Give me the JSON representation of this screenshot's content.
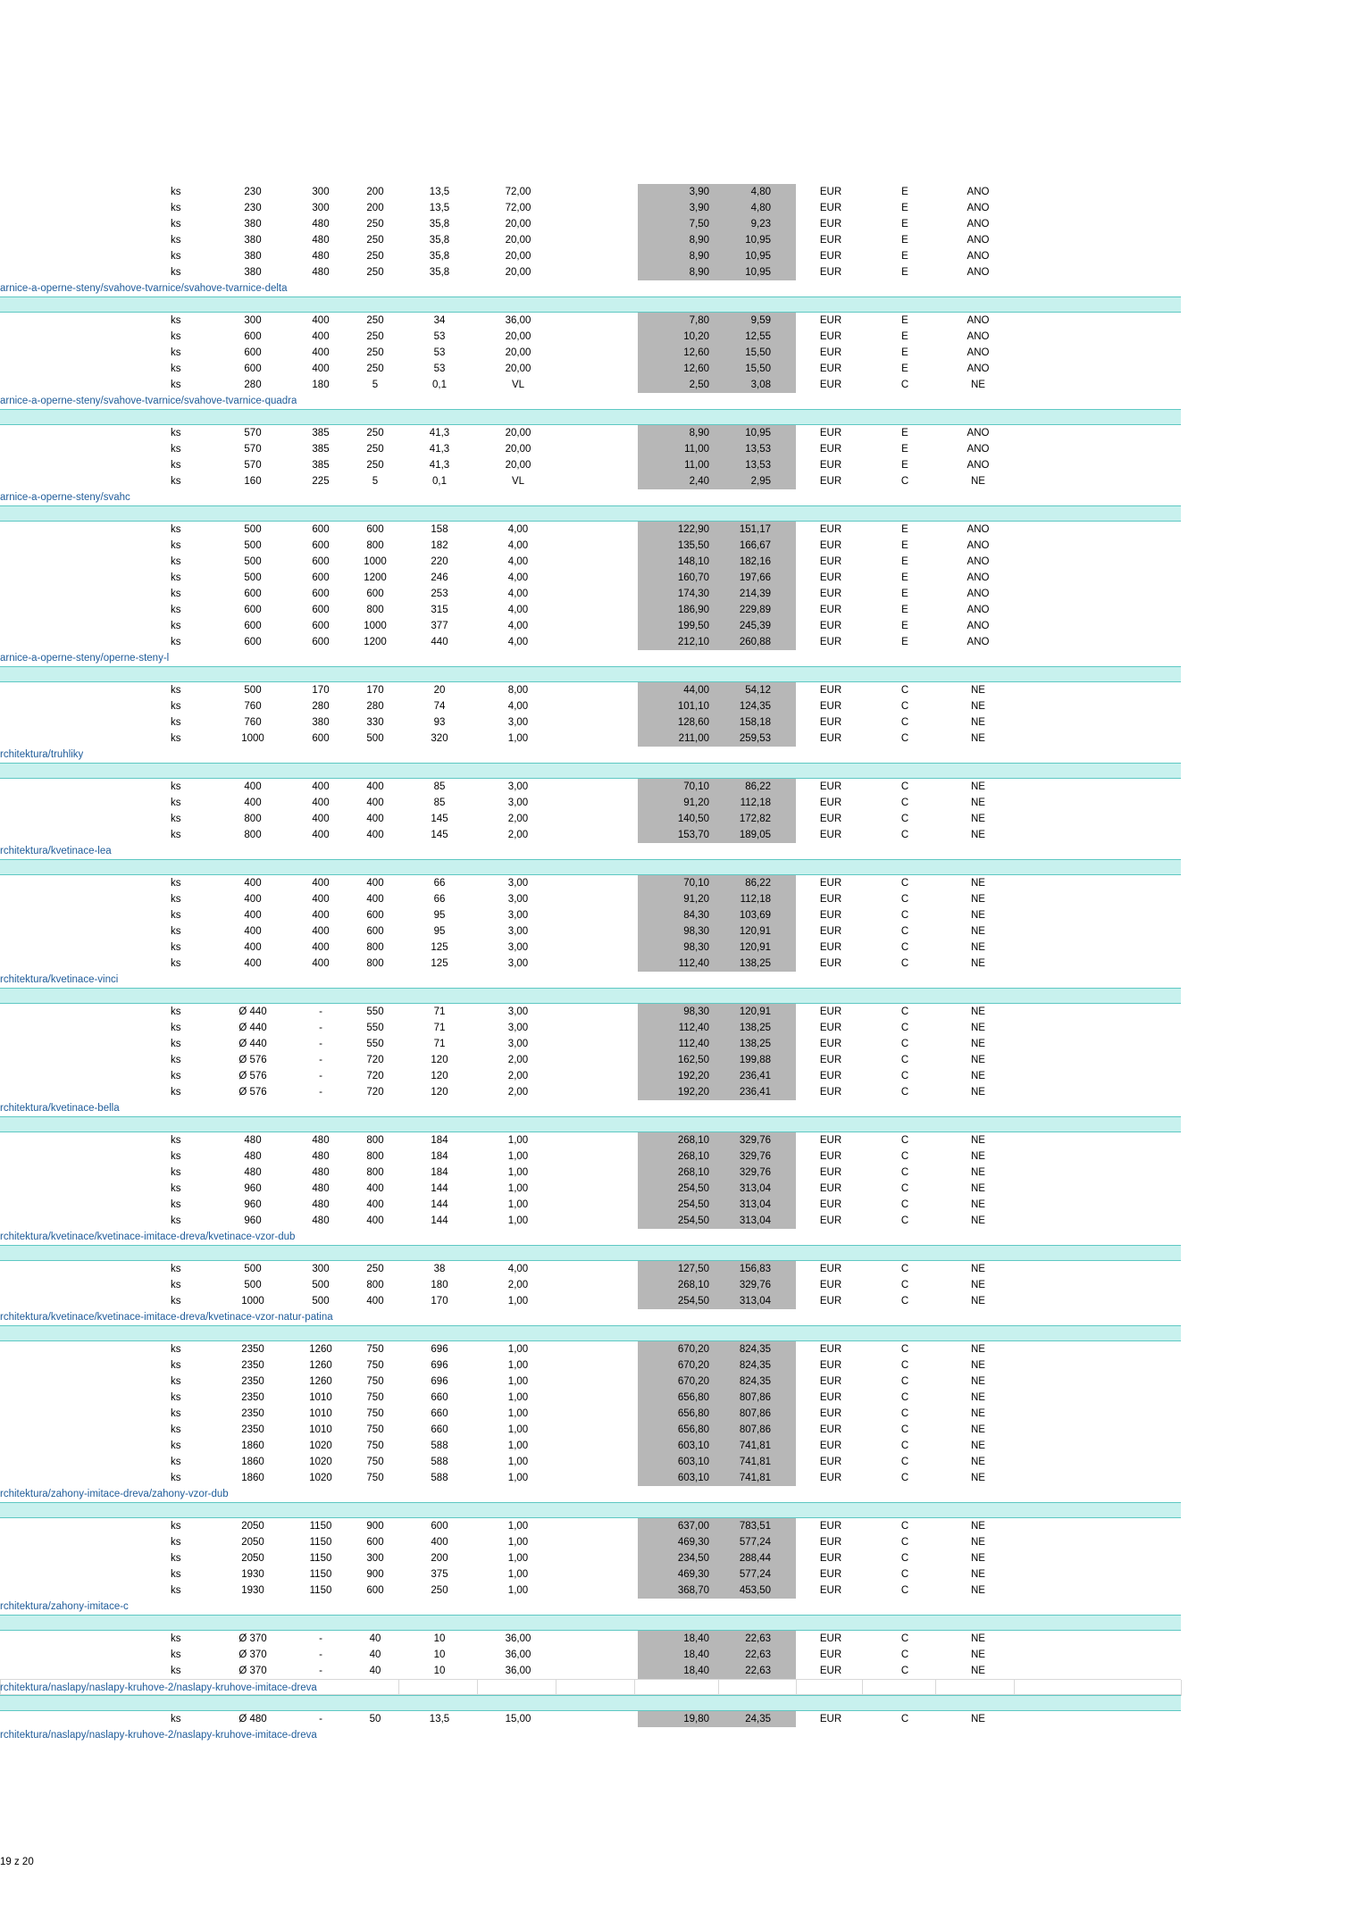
{
  "sections": [
    {
      "rows": [
        [
          "ks",
          "230",
          "300",
          "200",
          "13,5",
          "72,00",
          "3,90",
          "4,80",
          "EUR",
          "E",
          "ANO"
        ],
        [
          "ks",
          "230",
          "300",
          "200",
          "13,5",
          "72,00",
          "3,90",
          "4,80",
          "EUR",
          "E",
          "ANO"
        ],
        [
          "ks",
          "380",
          "480",
          "250",
          "35,8",
          "20,00",
          "7,50",
          "9,23",
          "EUR",
          "E",
          "ANO"
        ],
        [
          "ks",
          "380",
          "480",
          "250",
          "35,8",
          "20,00",
          "8,90",
          "10,95",
          "EUR",
          "E",
          "ANO"
        ],
        [
          "ks",
          "380",
          "480",
          "250",
          "35,8",
          "20,00",
          "8,90",
          "10,95",
          "EUR",
          "E",
          "ANO"
        ],
        [
          "ks",
          "380",
          "480",
          "250",
          "35,8",
          "20,00",
          "8,90",
          "10,95",
          "EUR",
          "E",
          "ANO"
        ]
      ],
      "link": "arnice-a-operne-steny/svahove-tvarnice/svahove-tvarnice-delta"
    },
    {
      "rows": [
        [
          "ks",
          "300",
          "400",
          "250",
          "34",
          "36,00",
          "7,80",
          "9,59",
          "EUR",
          "E",
          "ANO"
        ],
        [
          "ks",
          "600",
          "400",
          "250",
          "53",
          "20,00",
          "10,20",
          "12,55",
          "EUR",
          "E",
          "ANO"
        ],
        [
          "ks",
          "600",
          "400",
          "250",
          "53",
          "20,00",
          "12,60",
          "15,50",
          "EUR",
          "E",
          "ANO"
        ],
        [
          "ks",
          "600",
          "400",
          "250",
          "53",
          "20,00",
          "12,60",
          "15,50",
          "EUR",
          "E",
          "ANO"
        ],
        [
          "ks",
          "280",
          "180",
          "5",
          "0,1",
          "VL",
          "2,50",
          "3,08",
          "EUR",
          "C",
          "NE"
        ]
      ],
      "link": "arnice-a-operne-steny/svahove-tvarnice/svahove-tvarnice-quadra"
    },
    {
      "rows": [
        [
          "ks",
          "570",
          "385",
          "250",
          "41,3",
          "20,00",
          "8,90",
          "10,95",
          "EUR",
          "E",
          "ANO"
        ],
        [
          "ks",
          "570",
          "385",
          "250",
          "41,3",
          "20,00",
          "11,00",
          "13,53",
          "EUR",
          "E",
          "ANO"
        ],
        [
          "ks",
          "570",
          "385",
          "250",
          "41,3",
          "20,00",
          "11,00",
          "13,53",
          "EUR",
          "E",
          "ANO"
        ],
        [
          "ks",
          "160",
          "225",
          "5",
          "0,1",
          "VL",
          "2,40",
          "2,95",
          "EUR",
          "C",
          "NE"
        ]
      ],
      "link": "arnice-a-operne-steny/svahc"
    },
    {
      "rows": [
        [
          "ks",
          "500",
          "600",
          "600",
          "158",
          "4,00",
          "122,90",
          "151,17",
          "EUR",
          "E",
          "ANO"
        ],
        [
          "ks",
          "500",
          "600",
          "800",
          "182",
          "4,00",
          "135,50",
          "166,67",
          "EUR",
          "E",
          "ANO"
        ],
        [
          "ks",
          "500",
          "600",
          "1000",
          "220",
          "4,00",
          "148,10",
          "182,16",
          "EUR",
          "E",
          "ANO"
        ],
        [
          "ks",
          "500",
          "600",
          "1200",
          "246",
          "4,00",
          "160,70",
          "197,66",
          "EUR",
          "E",
          "ANO"
        ],
        [
          "ks",
          "600",
          "600",
          "600",
          "253",
          "4,00",
          "174,30",
          "214,39",
          "EUR",
          "E",
          "ANO"
        ],
        [
          "ks",
          "600",
          "600",
          "800",
          "315",
          "4,00",
          "186,90",
          "229,89",
          "EUR",
          "E",
          "ANO"
        ],
        [
          "ks",
          "600",
          "600",
          "1000",
          "377",
          "4,00",
          "199,50",
          "245,39",
          "EUR",
          "E",
          "ANO"
        ],
        [
          "ks",
          "600",
          "600",
          "1200",
          "440",
          "4,00",
          "212,10",
          "260,88",
          "EUR",
          "E",
          "ANO"
        ]
      ],
      "link": "arnice-a-operne-steny/operne-steny-l"
    },
    {
      "rows": [
        [
          "ks",
          "500",
          "170",
          "170",
          "20",
          "8,00",
          "44,00",
          "54,12",
          "EUR",
          "C",
          "NE"
        ],
        [
          "ks",
          "760",
          "280",
          "280",
          "74",
          "4,00",
          "101,10",
          "124,35",
          "EUR",
          "C",
          "NE"
        ],
        [
          "ks",
          "760",
          "380",
          "330",
          "93",
          "3,00",
          "128,60",
          "158,18",
          "EUR",
          "C",
          "NE"
        ],
        [
          "ks",
          "1000",
          "600",
          "500",
          "320",
          "1,00",
          "211,00",
          "259,53",
          "EUR",
          "C",
          "NE"
        ]
      ],
      "link": "rchitektura/truhliky"
    },
    {
      "rows": [
        [
          "ks",
          "400",
          "400",
          "400",
          "85",
          "3,00",
          "70,10",
          "86,22",
          "EUR",
          "C",
          "NE"
        ],
        [
          "ks",
          "400",
          "400",
          "400",
          "85",
          "3,00",
          "91,20",
          "112,18",
          "EUR",
          "C",
          "NE"
        ],
        [
          "ks",
          "800",
          "400",
          "400",
          "145",
          "2,00",
          "140,50",
          "172,82",
          "EUR",
          "C",
          "NE"
        ],
        [
          "ks",
          "800",
          "400",
          "400",
          "145",
          "2,00",
          "153,70",
          "189,05",
          "EUR",
          "C",
          "NE"
        ]
      ],
      "link": "rchitektura/kvetinace-lea"
    },
    {
      "rows": [
        [
          "ks",
          "400",
          "400",
          "400",
          "66",
          "3,00",
          "70,10",
          "86,22",
          "EUR",
          "C",
          "NE"
        ],
        [
          "ks",
          "400",
          "400",
          "400",
          "66",
          "3,00",
          "91,20",
          "112,18",
          "EUR",
          "C",
          "NE"
        ],
        [
          "ks",
          "400",
          "400",
          "600",
          "95",
          "3,00",
          "84,30",
          "103,69",
          "EUR",
          "C",
          "NE"
        ],
        [
          "ks",
          "400",
          "400",
          "600",
          "95",
          "3,00",
          "98,30",
          "120,91",
          "EUR",
          "C",
          "NE"
        ],
        [
          "ks",
          "400",
          "400",
          "800",
          "125",
          "3,00",
          "98,30",
          "120,91",
          "EUR",
          "C",
          "NE"
        ],
        [
          "ks",
          "400",
          "400",
          "800",
          "125",
          "3,00",
          "112,40",
          "138,25",
          "EUR",
          "C",
          "NE"
        ]
      ],
      "link": "rchitektura/kvetinace-vinci"
    },
    {
      "rows": [
        [
          "ks",
          "Ø 440",
          "-",
          "550",
          "71",
          "3,00",
          "98,30",
          "120,91",
          "EUR",
          "C",
          "NE"
        ],
        [
          "ks",
          "Ø 440",
          "-",
          "550",
          "71",
          "3,00",
          "112,40",
          "138,25",
          "EUR",
          "C",
          "NE"
        ],
        [
          "ks",
          "Ø 440",
          "-",
          "550",
          "71",
          "3,00",
          "112,40",
          "138,25",
          "EUR",
          "C",
          "NE"
        ],
        [
          "ks",
          "Ø 576",
          "-",
          "720",
          "120",
          "2,00",
          "162,50",
          "199,88",
          "EUR",
          "C",
          "NE"
        ],
        [
          "ks",
          "Ø 576",
          "-",
          "720",
          "120",
          "2,00",
          "192,20",
          "236,41",
          "EUR",
          "C",
          "NE"
        ],
        [
          "ks",
          "Ø 576",
          "-",
          "720",
          "120",
          "2,00",
          "192,20",
          "236,41",
          "EUR",
          "C",
          "NE"
        ]
      ],
      "link": "rchitektura/kvetinace-bella"
    },
    {
      "rows": [
        [
          "ks",
          "480",
          "480",
          "800",
          "184",
          "1,00",
          "268,10",
          "329,76",
          "EUR",
          "C",
          "NE"
        ],
        [
          "ks",
          "480",
          "480",
          "800",
          "184",
          "1,00",
          "268,10",
          "329,76",
          "EUR",
          "C",
          "NE"
        ],
        [
          "ks",
          "480",
          "480",
          "800",
          "184",
          "1,00",
          "268,10",
          "329,76",
          "EUR",
          "C",
          "NE"
        ],
        [
          "ks",
          "960",
          "480",
          "400",
          "144",
          "1,00",
          "254,50",
          "313,04",
          "EUR",
          "C",
          "NE"
        ],
        [
          "ks",
          "960",
          "480",
          "400",
          "144",
          "1,00",
          "254,50",
          "313,04",
          "EUR",
          "C",
          "NE"
        ],
        [
          "ks",
          "960",
          "480",
          "400",
          "144",
          "1,00",
          "254,50",
          "313,04",
          "EUR",
          "C",
          "NE"
        ]
      ],
      "link": "rchitektura/kvetinace/kvetinace-imitace-dreva/kvetinace-vzor-dub"
    },
    {
      "rows": [
        [
          "ks",
          "500",
          "300",
          "250",
          "38",
          "4,00",
          "127,50",
          "156,83",
          "EUR",
          "C",
          "NE"
        ],
        [
          "ks",
          "500",
          "500",
          "800",
          "180",
          "2,00",
          "268,10",
          "329,76",
          "EUR",
          "C",
          "NE"
        ],
        [
          "ks",
          "1000",
          "500",
          "400",
          "170",
          "1,00",
          "254,50",
          "313,04",
          "EUR",
          "C",
          "NE"
        ]
      ],
      "link": "rchitektura/kvetinace/kvetinace-imitace-dreva/kvetinace-vzor-natur-patina"
    },
    {
      "rows": [
        [
          "ks",
          "2350",
          "1260",
          "750",
          "696",
          "1,00",
          "670,20",
          "824,35",
          "EUR",
          "C",
          "NE"
        ],
        [
          "ks",
          "2350",
          "1260",
          "750",
          "696",
          "1,00",
          "670,20",
          "824,35",
          "EUR",
          "C",
          "NE"
        ],
        [
          "ks",
          "2350",
          "1260",
          "750",
          "696",
          "1,00",
          "670,20",
          "824,35",
          "EUR",
          "C",
          "NE"
        ],
        [
          "ks",
          "2350",
          "1010",
          "750",
          "660",
          "1,00",
          "656,80",
          "807,86",
          "EUR",
          "C",
          "NE"
        ],
        [
          "ks",
          "2350",
          "1010",
          "750",
          "660",
          "1,00",
          "656,80",
          "807,86",
          "EUR",
          "C",
          "NE"
        ],
        [
          "ks",
          "2350",
          "1010",
          "750",
          "660",
          "1,00",
          "656,80",
          "807,86",
          "EUR",
          "C",
          "NE"
        ],
        [
          "ks",
          "1860",
          "1020",
          "750",
          "588",
          "1,00",
          "603,10",
          "741,81",
          "EUR",
          "C",
          "NE"
        ],
        [
          "ks",
          "1860",
          "1020",
          "750",
          "588",
          "1,00",
          "603,10",
          "741,81",
          "EUR",
          "C",
          "NE"
        ],
        [
          "ks",
          "1860",
          "1020",
          "750",
          "588",
          "1,00",
          "603,10",
          "741,81",
          "EUR",
          "C",
          "NE"
        ]
      ],
      "link": "rchitektura/zahony-imitace-dreva/zahony-vzor-dub"
    },
    {
      "rows": [
        [
          "ks",
          "2050",
          "1150",
          "900",
          "600",
          "1,00",
          "637,00",
          "783,51",
          "EUR",
          "C",
          "NE"
        ],
        [
          "ks",
          "2050",
          "1150",
          "600",
          "400",
          "1,00",
          "469,30",
          "577,24",
          "EUR",
          "C",
          "NE"
        ],
        [
          "ks",
          "2050",
          "1150",
          "300",
          "200",
          "1,00",
          "234,50",
          "288,44",
          "EUR",
          "C",
          "NE"
        ],
        [
          "ks",
          "1930",
          "1150",
          "900",
          "375",
          "1,00",
          "469,30",
          "577,24",
          "EUR",
          "C",
          "NE"
        ],
        [
          "ks",
          "1930",
          "1150",
          "600",
          "250",
          "1,00",
          "368,70",
          "453,50",
          "EUR",
          "C",
          "NE"
        ]
      ],
      "link": "rchitektura/zahony-imitace-c"
    },
    {
      "rows": [
        [
          "ks",
          "Ø 370",
          "-",
          "40",
          "10",
          "36,00",
          "18,40",
          "22,63",
          "EUR",
          "C",
          "NE"
        ],
        [
          "ks",
          "Ø 370",
          "-",
          "40",
          "10",
          "36,00",
          "18,40",
          "22,63",
          "EUR",
          "C",
          "NE"
        ],
        [
          "ks",
          "Ø 370",
          "-",
          "40",
          "10",
          "36,00",
          "18,40",
          "22,63",
          "EUR",
          "C",
          "NE"
        ]
      ],
      "link": "rchitektura/naslapy/naslapy-kruhove-2/naslapy-kruhove-imitace-dreva",
      "link_grid": true
    },
    {
      "rows": [
        [
          "ks",
          "Ø 480",
          "-",
          "50",
          "13,5",
          "15,00",
          "19,80",
          "24,35",
          "EUR",
          "C",
          "NE"
        ]
      ],
      "link": "rchitektura/naslapy/naslapy-kruhove-2/naslapy-kruhove-imitace-dreva",
      "last": true
    }
  ],
  "footer": {
    "page_number": "19 z 20"
  }
}
